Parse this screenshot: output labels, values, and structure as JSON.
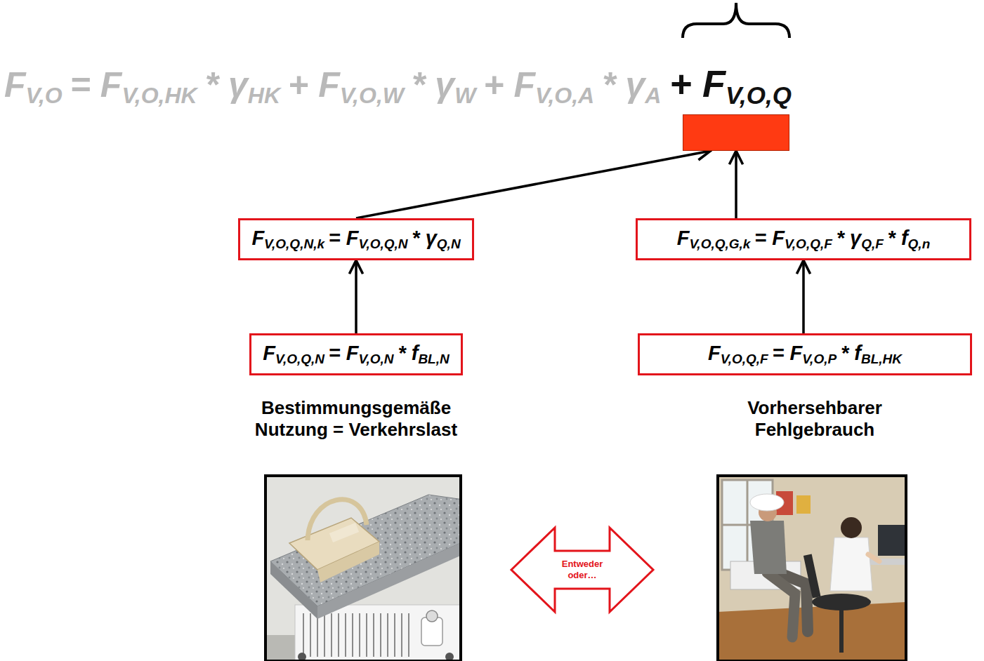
{
  "diagram": {
    "nodes": [
      {
        "text": []
      },
      {
        "text": [
          "F",
          "V,O,Q,N,k",
          "= F",
          "V,O,Q,N",
          "* γ",
          "Q,N"
        ]
      },
      {
        "text": [
          "F",
          "V,O,Q,G,k",
          "= F",
          "V,O,Q,F",
          "* γ",
          "Q,F",
          "* f",
          "Q,n"
        ]
      },
      {
        "text": [
          "F",
          "V,O,Q,N",
          "= F",
          "V,O,N",
          "* f",
          "BL,N"
        ]
      },
      {
        "text": [
          "F",
          "V,O,Q,F",
          "= F",
          "V,O,P",
          "* f",
          "BL,HK"
        ]
      }
    ],
    "edges": [
      {
        "from": 3,
        "to": 1,
        "arrow": "to"
      },
      {
        "from": 4,
        "to": 2,
        "arrow": "to"
      },
      {
        "from": 1,
        "to": 0,
        "arrow": "to"
      },
      {
        "from": 2,
        "to": 0,
        "arrow": "to"
      }
    ],
    "labels": [
      "F",
      "V,O",
      "= F",
      "V,O,HK",
      "* γ",
      "HK",
      "+ F",
      "V,O,W",
      "* γ",
      "W",
      "+ F",
      "V,O,A",
      "* γ",
      "A",
      "+ F",
      "V,O,Q",
      "Bestimmungsgemäße Nutzung = Verkehrslast",
      "Vorhersehbarer Fehlgebrauch",
      "Entweder oder…"
    ]
  }
}
